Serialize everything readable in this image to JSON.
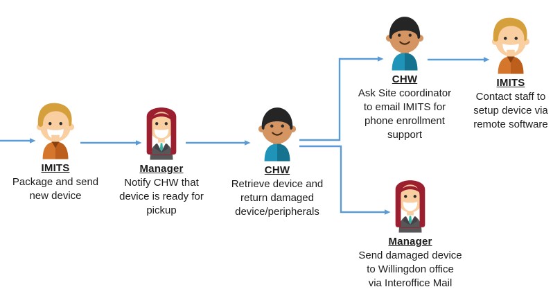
{
  "diagram": {
    "type": "flowchart",
    "background": "#ffffff"
  },
  "colors": {
    "arrow": "#5B9BD5",
    "text": "#1b1b1b"
  },
  "nodes": [
    {
      "id": "imits-package",
      "role": "IMITS",
      "avatar": "male-blonde-orange-shirt",
      "description": "Package and send\nnew device"
    },
    {
      "id": "manager-notify",
      "role": "Manager",
      "avatar": "female-red-hair-gray-suit",
      "description": "Notify CHW that\ndevice is ready for\npickup"
    },
    {
      "id": "chw-retrieve",
      "role": "CHW",
      "avatar": "male-black-hair-teal-shirt",
      "description": "Retrieve device and\nreturn damaged\ndevice/peripherals"
    },
    {
      "id": "chw-enrollment",
      "role": "CHW",
      "avatar": "male-black-hair-teal-shirt",
      "description": "Ask Site coordinator\nto email IMITS for\nphone enrollment\nsupport"
    },
    {
      "id": "imits-remote",
      "role": "IMITS",
      "avatar": "male-blonde-orange-shirt",
      "description": "Contact staff to\nsetup device via\nremote software"
    },
    {
      "id": "manager-send",
      "role": "Manager",
      "avatar": "female-red-hair-gray-suit",
      "description": "Send damaged device\nto Willingdon office\nvia Interoffice Mail"
    }
  ],
  "edges": [
    {
      "from": "start",
      "to": "imits-package"
    },
    {
      "from": "imits-package",
      "to": "manager-notify"
    },
    {
      "from": "manager-notify",
      "to": "chw-retrieve"
    },
    {
      "from": "chw-retrieve",
      "to": "chw-enrollment"
    },
    {
      "from": "chw-enrollment",
      "to": "imits-remote"
    },
    {
      "from": "chw-retrieve",
      "to": "manager-send"
    }
  ]
}
